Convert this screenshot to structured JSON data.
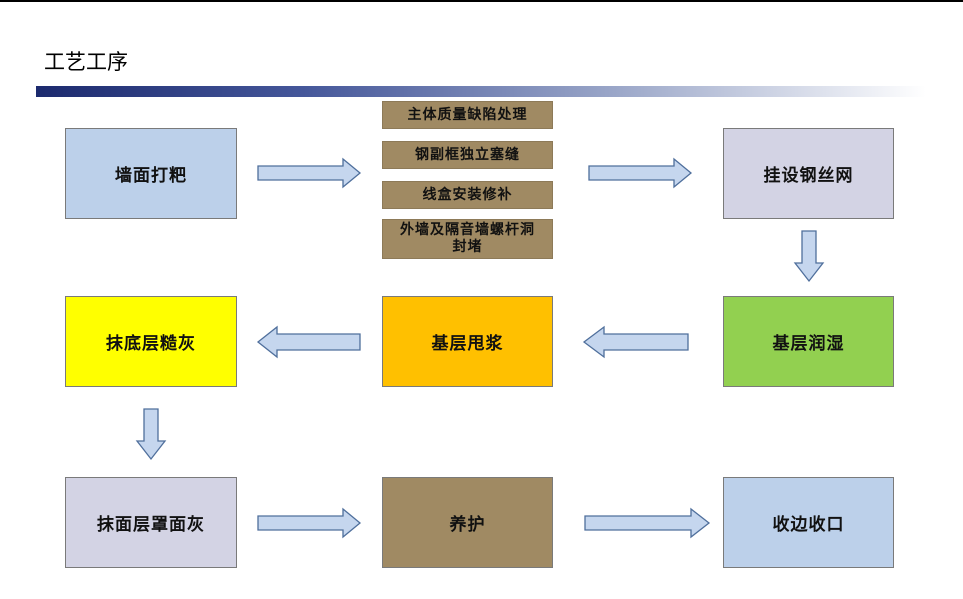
{
  "header": {
    "title": "工艺工序"
  },
  "steps": {
    "s1": "墙面打粑",
    "s2a": "主体质量缺陷处理",
    "s2b": "钢副框独立塞缝",
    "s2c": "线盒安装修补",
    "s2d": "外墙及隔音墙螺杆洞封堵",
    "s3": "挂设钢丝网",
    "s4": "基层润湿",
    "s5": "基层甩浆",
    "s6": "抹底层糙灰",
    "s7": "抹面层罩面灰",
    "s8": "养护",
    "s9": "收边收口"
  },
  "colors": {
    "blue_box": "#bcd0ea",
    "lavender_box": "#d3d3e4",
    "green_box": "#92d050",
    "orange_box": "#ffc000",
    "yellow_box": "#ffff00",
    "tan_box": "#a08a63",
    "arrow_fill": "#c5d6ee",
    "arrow_stroke": "#4f6f9c"
  }
}
